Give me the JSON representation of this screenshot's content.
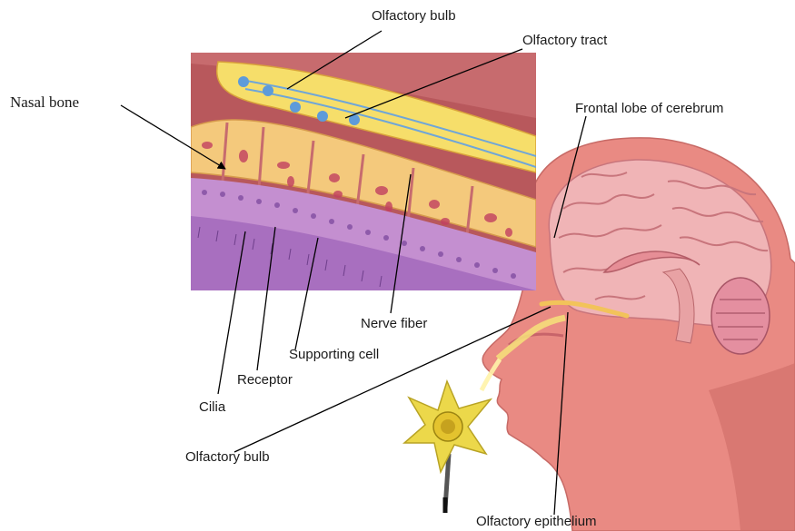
{
  "labels": {
    "olfactory_bulb_top": "Olfactory bulb",
    "olfactory_tract": "Olfactory tract",
    "nasal_bone": "Nasal bone",
    "frontal_lobe": "Frontal lobe of cerebrum",
    "nerve_fiber": "Nerve fiber",
    "supporting_cell": "Supporting cell",
    "receptor": "Receptor",
    "cilia": "Cilia",
    "olfactory_bulb_bottom": "Olfactory bulb",
    "olfactory_epithelium": "Olfactory epithelium"
  },
  "colors": {
    "skin": "#e98a83",
    "skin_shadow": "#d2706b",
    "brain": "#f0b4b6",
    "brain_fold": "#c8757c",
    "bone_fill": "#f4c97c",
    "bone_spot": "#c24060",
    "membrane": "#c48fd0",
    "tissue_bg": "#b8585c",
    "bulb_yellow": "#f6de6a",
    "nerve_blue": "#6fa6d8",
    "flower": "#ecd84a",
    "leader": "#000000"
  }
}
